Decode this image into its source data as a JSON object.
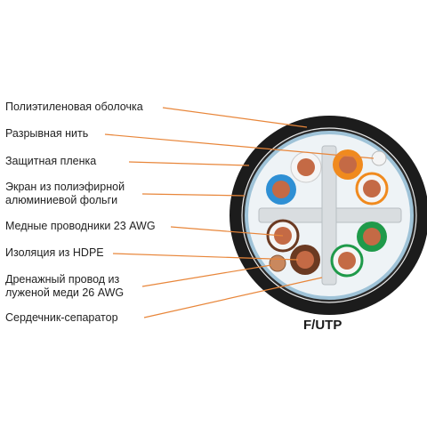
{
  "labels": [
    {
      "id": "sheath",
      "text": "Полиэтиленовая оболочка"
    },
    {
      "id": "ripcord",
      "text": "Разрывная нить"
    },
    {
      "id": "film",
      "text": "Защитная пленка"
    },
    {
      "id": "foil_line1",
      "text": "Экран из полиэфирной"
    },
    {
      "id": "foil_line2",
      "text": "алюминиевой фольги"
    },
    {
      "id": "copper",
      "text": "Медные проводники 23 AWG"
    },
    {
      "id": "insulation",
      "text": "Изоляция из HDPE"
    },
    {
      "id": "drain_line1",
      "text": "Дренажный провод из"
    },
    {
      "id": "drain_line2",
      "text": "луженой меди 26 AWG"
    },
    {
      "id": "separator",
      "text": "Сердечник-сепаратор"
    }
  ],
  "cable_type": "F/UTP",
  "colors": {
    "leader_line": "#e8863a",
    "jacket": "#1c1c1c",
    "foil": "#9fc3d8",
    "separator": "#d9dde0",
    "copper": "#c46a45",
    "blue": "#2e8fd4",
    "orange": "#f08a1e",
    "green": "#1f9a4a",
    "brown": "#6b3a22"
  }
}
